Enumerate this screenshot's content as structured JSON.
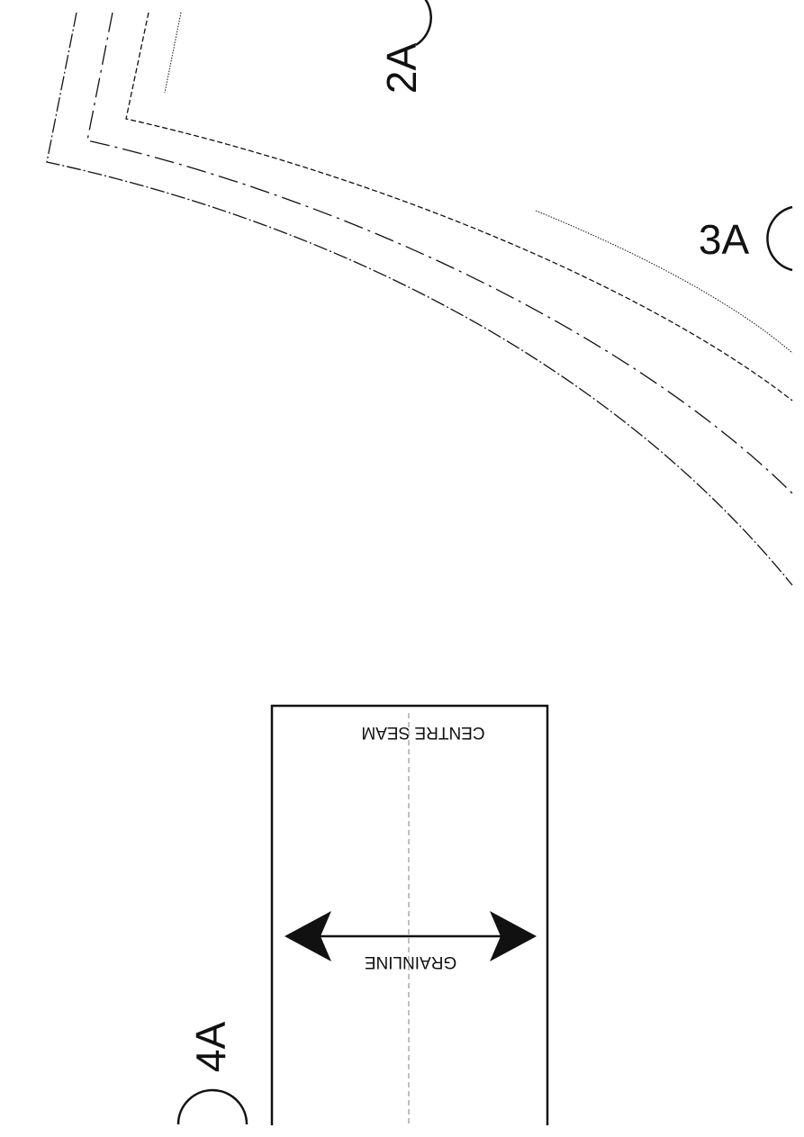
{
  "pattern": {
    "notches": [
      {
        "label": "2A"
      },
      {
        "label": "3A"
      },
      {
        "label": "4A"
      }
    ],
    "piece": {
      "centre_seam_label": "CENTRE SEAM",
      "grainline_label": "GRAINLINE"
    }
  },
  "colors": {
    "ink": "#111111",
    "centre_line": "#aaaaaa"
  }
}
